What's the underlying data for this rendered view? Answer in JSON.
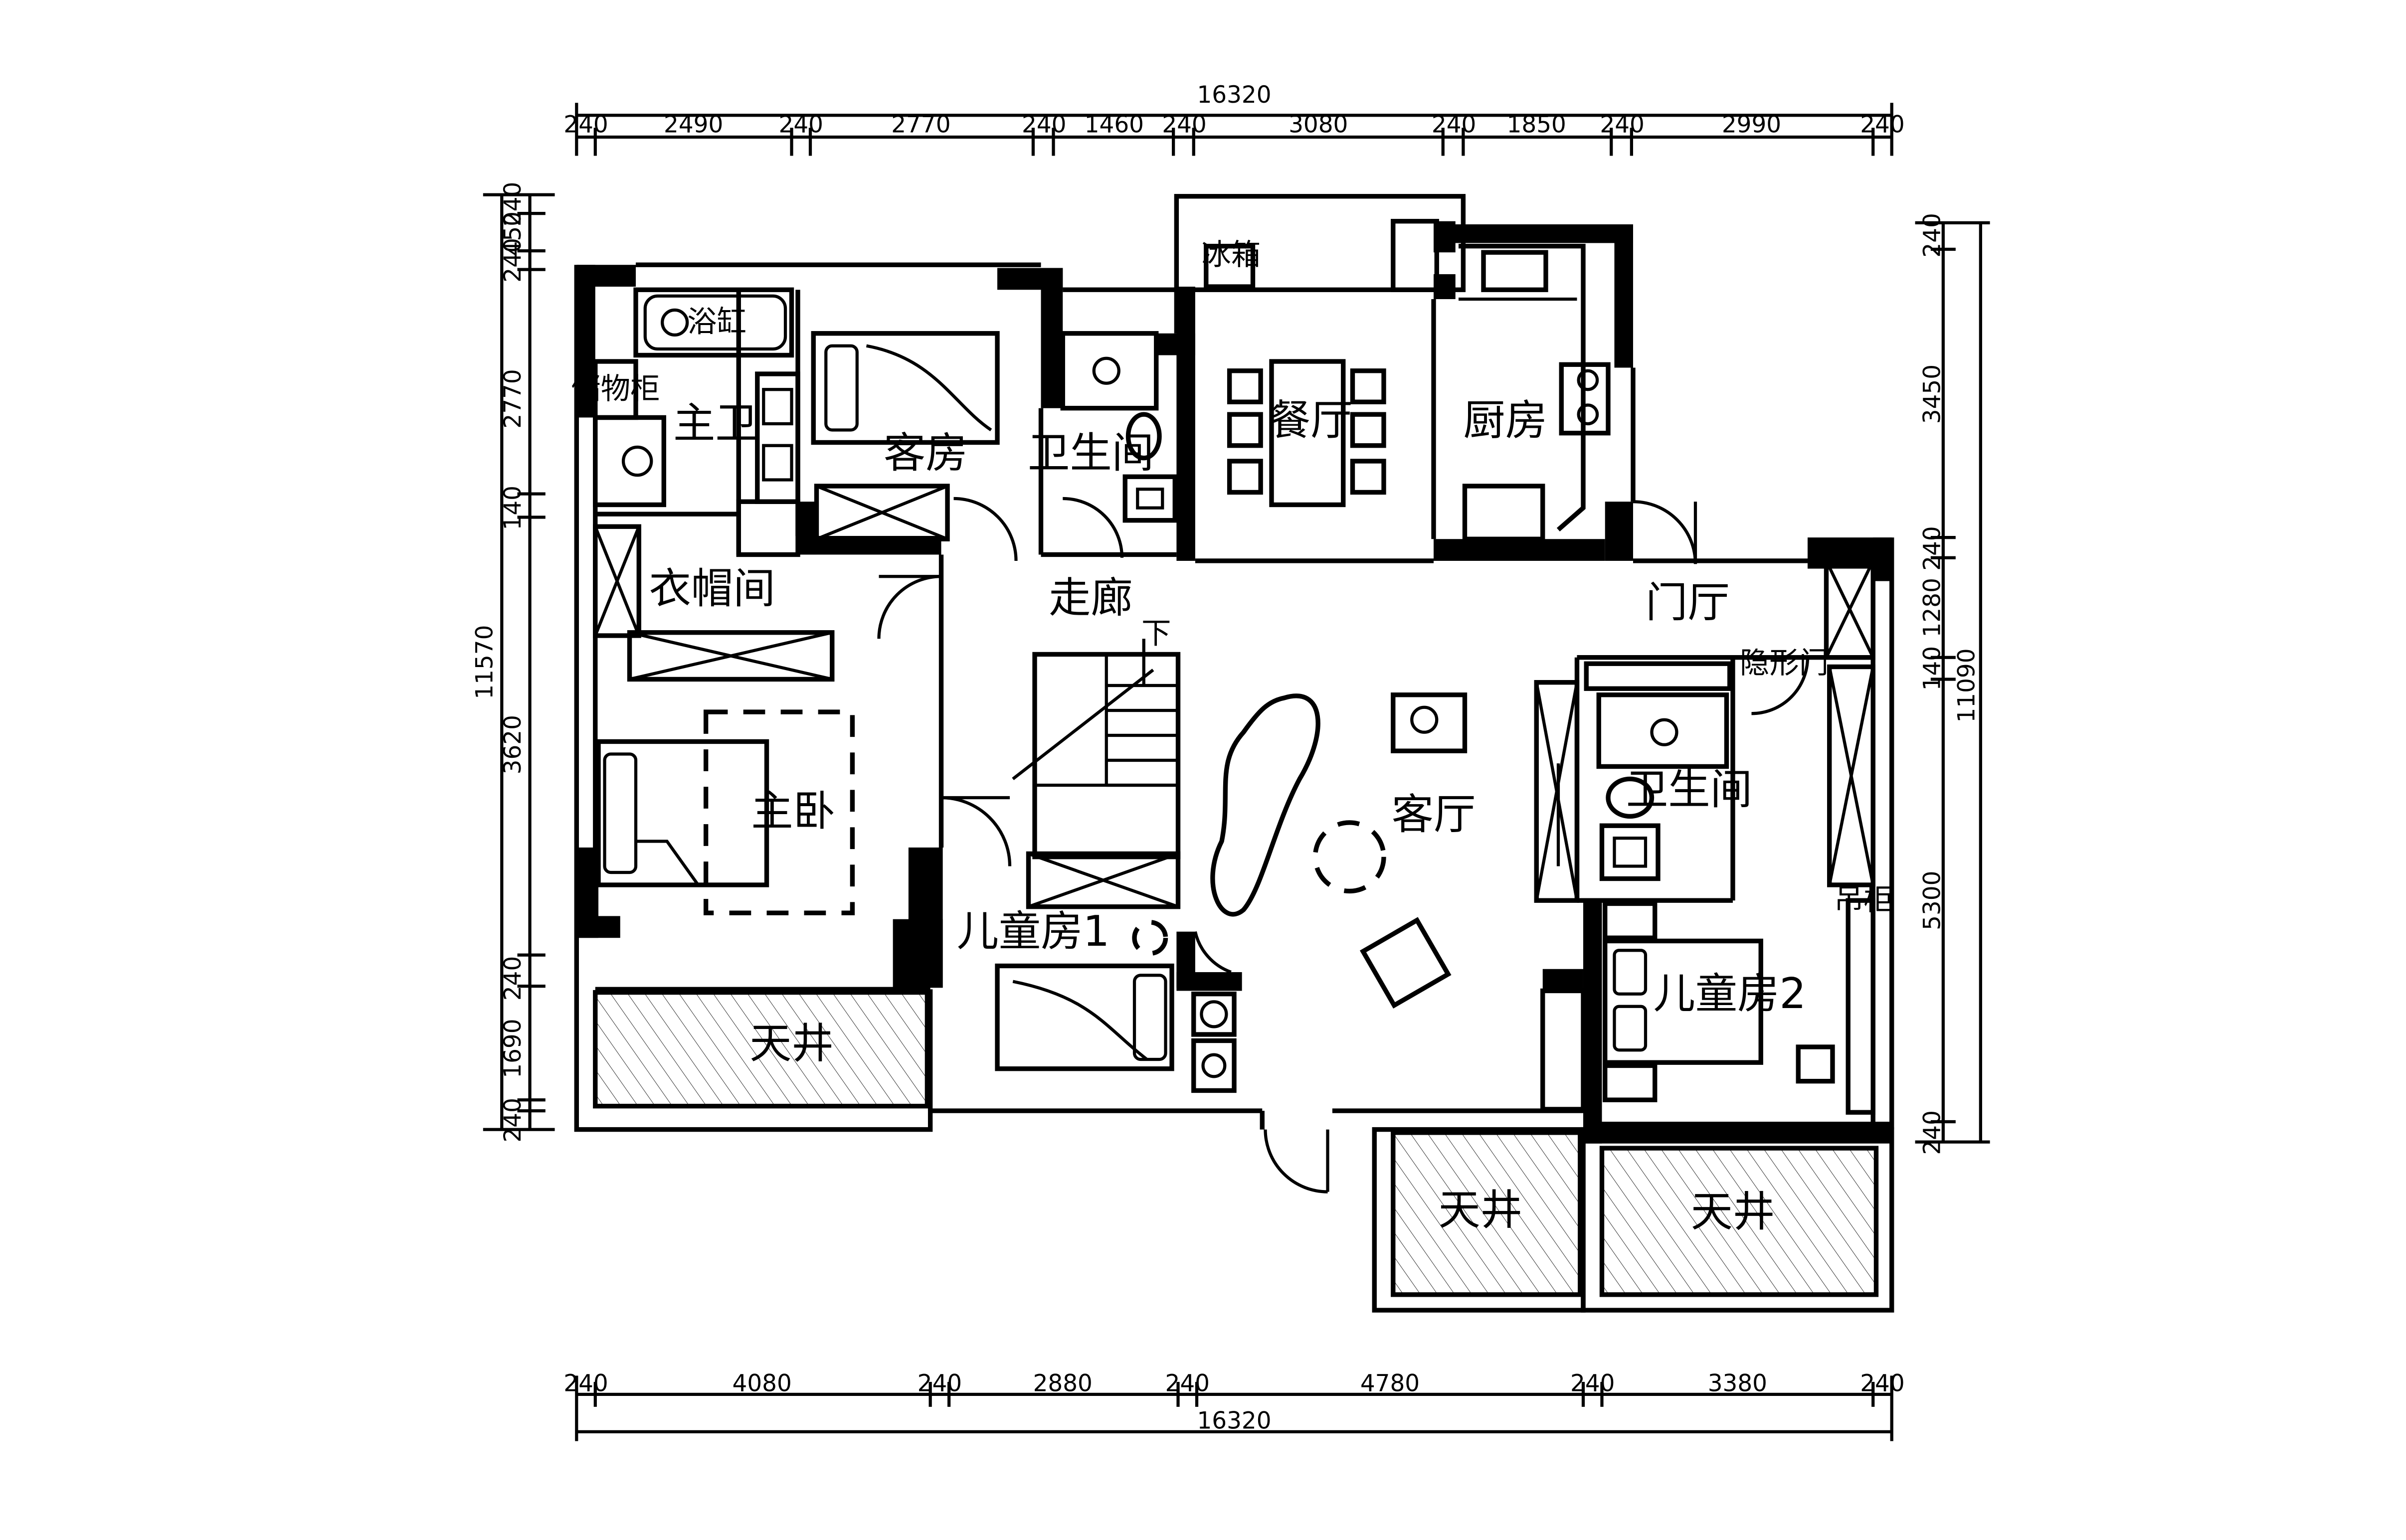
{
  "rooms": {
    "master_bath": "主卫",
    "bathtub": "浴缸",
    "storage": "储物柜",
    "guest_room": "客房",
    "bathroom_1": "卫生间",
    "dining": "餐厅",
    "kitchen": "厨房",
    "fridge": "冰箱",
    "cloakroom": "衣帽间",
    "corridor": "走廊",
    "foyer": "门厅",
    "hidden_door": "隐形门",
    "master_bedroom": "主卧",
    "down_stairs": "下",
    "living_room": "客厅",
    "bathroom_2": "卫生间",
    "kids_room_1": "儿童房1",
    "kids_room_2": "儿童房2",
    "cabinet": "吊柜",
    "light_well_1": "天井",
    "light_well_2": "天井",
    "light_well_3": "天井"
  },
  "dimensions": {
    "top_total": "16320",
    "top_segments": [
      "240",
      "2490",
      "240",
      "2770",
      "240",
      "1460",
      "240",
      "3080",
      "240",
      "1850",
      "240",
      "2990",
      "240"
    ],
    "bottom_total": "16320",
    "bottom_segments": [
      "240",
      "4080",
      "240",
      "2880",
      "240",
      "4780",
      "240",
      "3380",
      "240"
    ],
    "left_total": "11570",
    "left_segments": [
      "240",
      "450",
      "240",
      "2770",
      "140",
      "3620",
      "240",
      "1690",
      "240"
    ],
    "right_total": "11090",
    "right_segments": [
      "240",
      "3450",
      "240",
      "1280",
      "140",
      "5300",
      "240"
    ]
  },
  "colors": {
    "line": "#000000",
    "background": "#ffffff",
    "wall": "#000000"
  }
}
